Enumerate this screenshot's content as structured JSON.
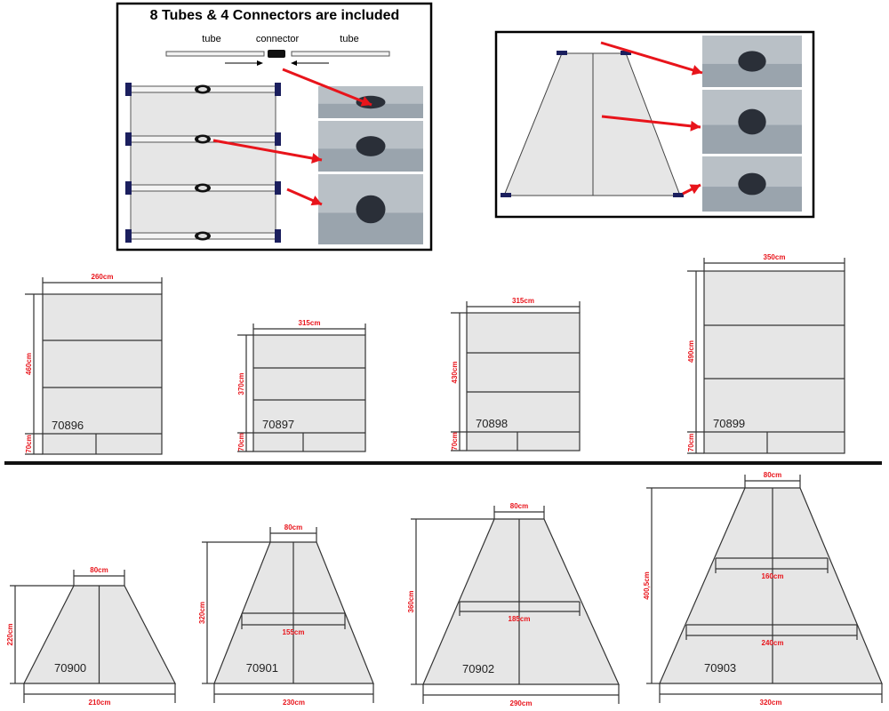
{
  "kit_box": {
    "title": "8 Tubes & 4 Connectors are included",
    "labels": [
      "tube",
      "connector",
      "tube"
    ]
  },
  "colors": {
    "dimension": "#e8141b",
    "panel": "#e6e6e6",
    "arrow": "#e8141b",
    "clip": "#1b1f5e"
  },
  "rect_models": [
    {
      "id": "70896",
      "width": "260cm",
      "height": "460cm",
      "base": "70cm"
    },
    {
      "id": "70897",
      "width": "315cm",
      "height": "370cm",
      "base": "70cm"
    },
    {
      "id": "70898",
      "width": "315cm",
      "height": "430cm",
      "base": "70cm"
    },
    {
      "id": "70899",
      "width": "350cm",
      "height": "490cm",
      "base": "70cm"
    }
  ],
  "trapezoid_models": [
    {
      "id": "70900",
      "top": "80cm",
      "height": "220cm",
      "bottom": "210cm",
      "mids": []
    },
    {
      "id": "70901",
      "top": "80cm",
      "height": "320cm",
      "bottom": "230cm",
      "mids": [
        "155cm"
      ]
    },
    {
      "id": "70902",
      "top": "80cm",
      "height": "360cm",
      "bottom": "290cm",
      "mids": [
        "185cm"
      ]
    },
    {
      "id": "70903",
      "top": "80cm",
      "height": "400,5cm",
      "bottom": "320cm",
      "mids": [
        "160cm",
        "240cm"
      ]
    }
  ]
}
